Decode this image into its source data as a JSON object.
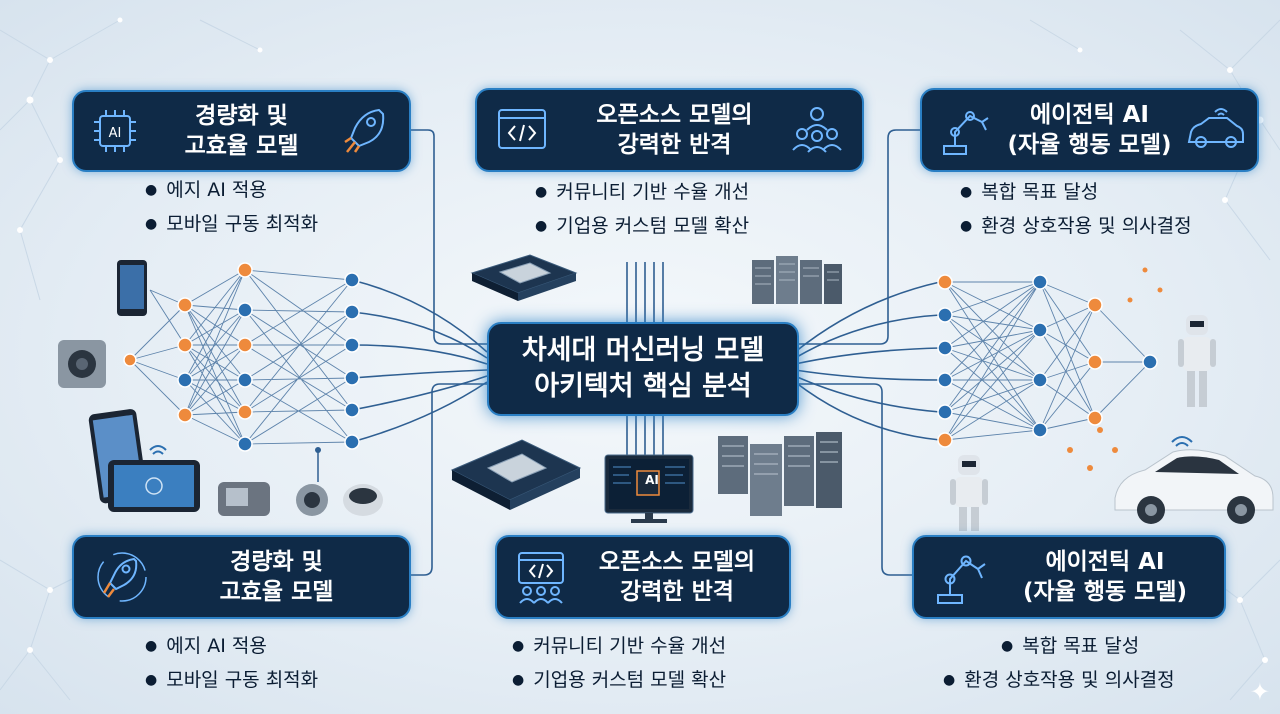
{
  "center": {
    "line1": "차세대 머신러닝 모델",
    "line2": "아키텍처 핵심 분석"
  },
  "cards": [
    {
      "title1": "경량화 및",
      "title2": "고효율 모델",
      "bullets": [
        "에지 AI 적용",
        "모바일 구동 최적화"
      ],
      "icon_left": "ai-chip-icon",
      "icon_left_text": "AI",
      "icon_right": "rocket-icon"
    },
    {
      "title1": "오픈소스 모델의",
      "title2": "강력한 반격",
      "bullets": [
        "커뮤니티 기반 수율 개선",
        "기업용 커스텀 모델 확산"
      ],
      "icon_left": "code-window-icon",
      "icon_right": "community-icon"
    },
    {
      "title1": "에이전틱 AI",
      "title2": "(자율 행동 모델)",
      "bullets": [
        "복합 목표 달성",
        "환경 상호작용 및 의사결정"
      ],
      "icon_left": "robot-arm-icon",
      "icon_right": "autonomous-car-icon"
    },
    {
      "title1": "경량화 및",
      "title2": "고효율 모델",
      "bullets": [
        "에지 AI 적용",
        "모바일 구동 최적화"
      ],
      "icon_left": "rocket-icon"
    },
    {
      "title1": "오픈소스 모델의",
      "title2": "강력한 반격",
      "bullets": [
        "커뮤니티 기반 수율 개선",
        "기업용 커스텀 모델 확산"
      ],
      "icon_left": "code-community-icon"
    },
    {
      "title1": "에이전틱 AI",
      "title2": "(자율 행동 모델)",
      "bullets": [
        "복합 목표 달성",
        "환경 상호작용 및 의사결정"
      ],
      "icon_left": "robot-arm-icon"
    }
  ],
  "monitor_chip_text": "AI",
  "colors": {
    "box_bg": "#0f2a47",
    "box_border": "#2a7fc4",
    "node_orange": "#ee8a3c",
    "node_blue": "#2b6fb0",
    "line": "#2f5f92"
  }
}
